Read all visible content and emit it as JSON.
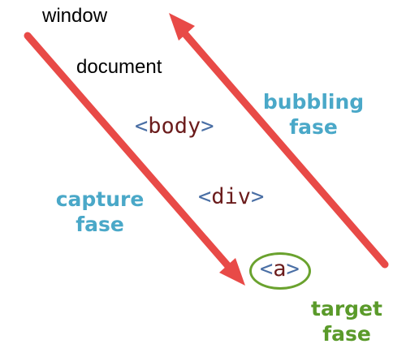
{
  "labels": {
    "window": "window",
    "document": "document",
    "body": {
      "open": "<",
      "name": "body",
      "close": ">"
    },
    "div": {
      "open": "<",
      "name": "div",
      "close": ">"
    },
    "a": {
      "open": "<",
      "name": "a",
      "close": ">"
    }
  },
  "phases": {
    "capture": {
      "line1": "capture",
      "line2": "fase"
    },
    "bubbling": {
      "line1": "bubbling",
      "line2": "fase"
    },
    "target": {
      "line1": "target",
      "line2": "fase"
    }
  },
  "colors": {
    "arrow": "#e84a47",
    "phase_text": "#4aa8c8",
    "target_text": "#5a9a2a",
    "target_ring": "#6aa22e",
    "tag_bracket": "#4a6fa5",
    "tag_name": "#6b1c1c"
  }
}
